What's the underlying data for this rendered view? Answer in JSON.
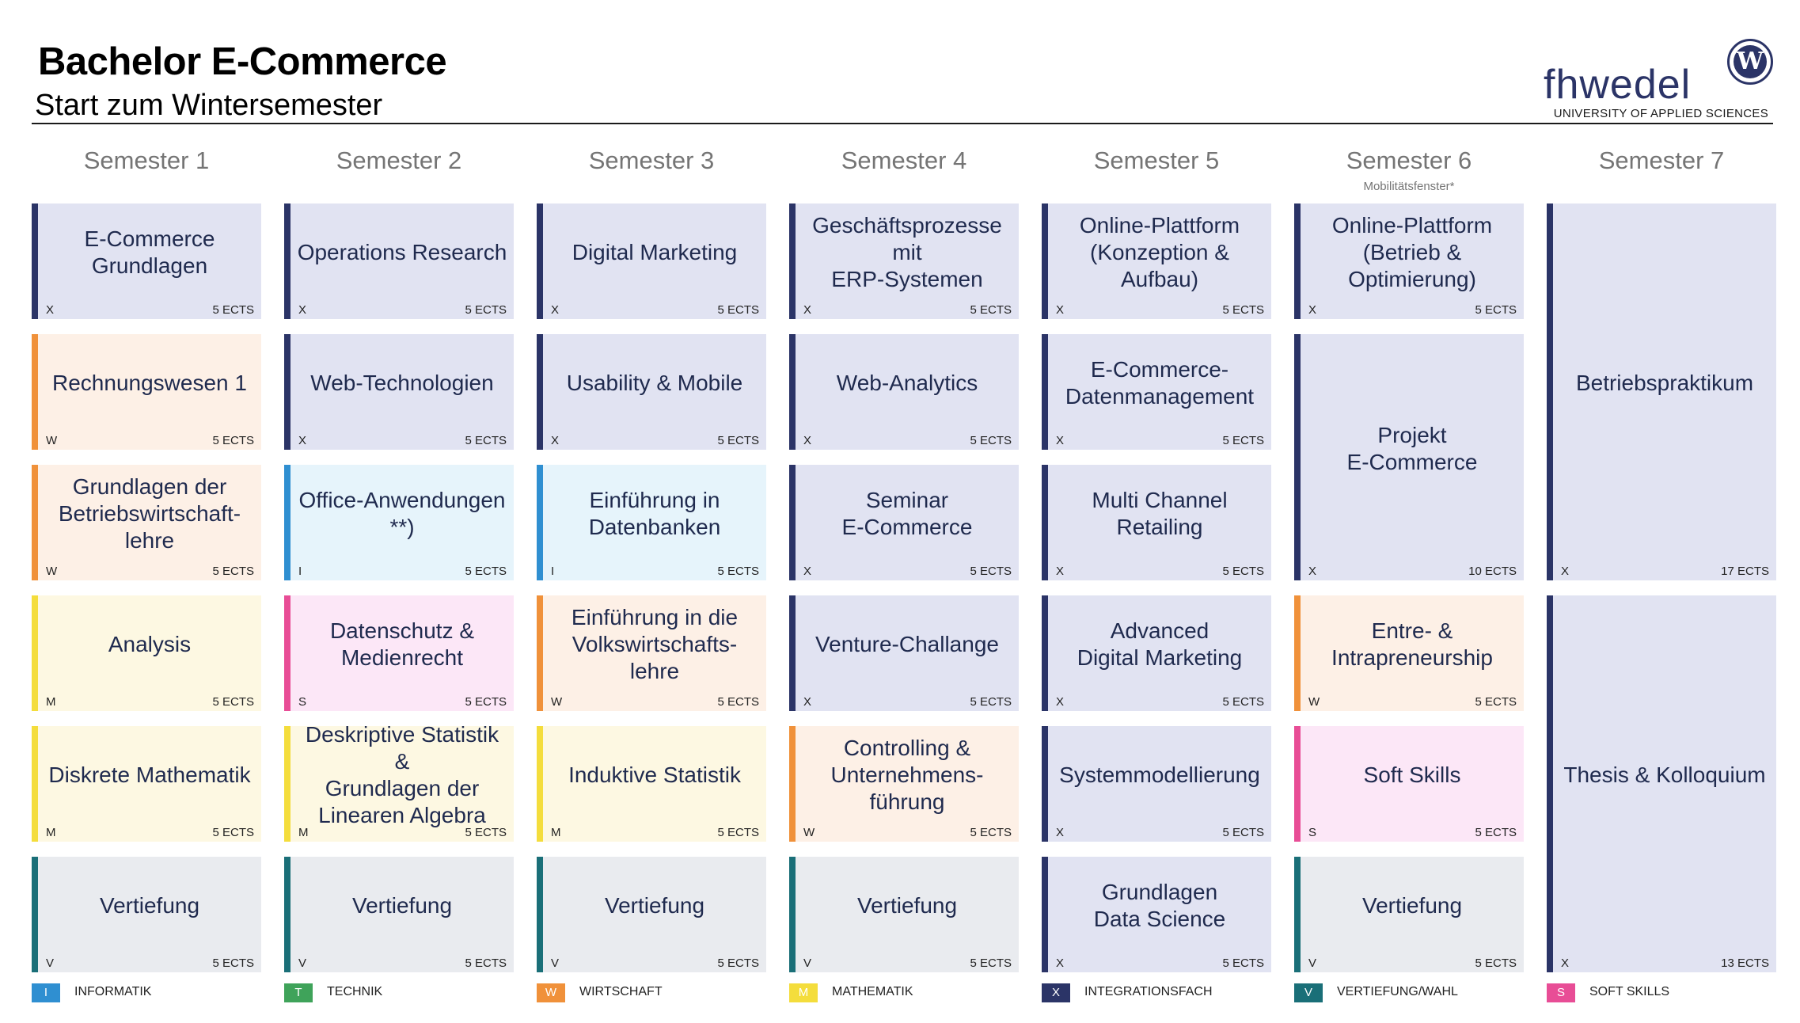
{
  "header": {
    "title": "Bachelor E-Commerce",
    "subtitle": "Start zum Wintersemester",
    "logo_text": "fhwedel",
    "logo_mark": "W",
    "logo_tagline": "UNIVERSITY OF APPLIED SCIENCES"
  },
  "categories": {
    "I": {
      "color": "#2f8fd1",
      "fill": "#e6f4fb"
    },
    "T": {
      "color": "#3fa35a",
      "fill": "#e8f5ea"
    },
    "W": {
      "color": "#f0913a",
      "fill": "#fdf0e6"
    },
    "M": {
      "color": "#f4dd3c",
      "fill": "#fdf8e2"
    },
    "X": {
      "color": "#2b3467",
      "fill": "#e1e3f2"
    },
    "V": {
      "color": "#1a6f78",
      "fill": "#e9ebef"
    },
    "S": {
      "color": "#e84d96",
      "fill": "#fce7f7"
    }
  },
  "semesters": [
    {
      "label": "Semester 1",
      "note": ""
    },
    {
      "label": "Semester 2",
      "note": ""
    },
    {
      "label": "Semester 3",
      "note": ""
    },
    {
      "label": "Semester 4",
      "note": ""
    },
    {
      "label": "Semester 5",
      "note": ""
    },
    {
      "label": "Semester 6",
      "note": "Mobilitätsfenster*"
    },
    {
      "label": "Semester 7",
      "note": ""
    }
  ],
  "modules": [
    {
      "col": 0,
      "row": 0,
      "span": 1,
      "title": "E-Commerce\nGrundlagen",
      "code": "X",
      "ects": "5 ECTS"
    },
    {
      "col": 0,
      "row": 1,
      "span": 1,
      "title": "Rechnungswesen 1",
      "code": "W",
      "ects": "5 ECTS"
    },
    {
      "col": 0,
      "row": 2,
      "span": 1,
      "title": "Grundlagen der\nBetriebswirtschaft-\nlehre",
      "code": "W",
      "ects": "5 ECTS"
    },
    {
      "col": 0,
      "row": 3,
      "span": 1,
      "title": "Analysis",
      "code": "M",
      "ects": "5 ECTS"
    },
    {
      "col": 0,
      "row": 4,
      "span": 1,
      "title": "Diskrete Mathematik",
      "code": "M",
      "ects": "5 ECTS"
    },
    {
      "col": 0,
      "row": 5,
      "span": 1,
      "title": "Vertiefung",
      "code": "V",
      "ects": "5 ECTS"
    },
    {
      "col": 1,
      "row": 0,
      "span": 1,
      "title": "Operations Research",
      "code": "X",
      "ects": "5 ECTS"
    },
    {
      "col": 1,
      "row": 1,
      "span": 1,
      "title": "Web-Technologien",
      "code": "X",
      "ects": "5 ECTS"
    },
    {
      "col": 1,
      "row": 2,
      "span": 1,
      "title": "Office-Anwendungen\n**)",
      "code": "I",
      "ects": "5 ECTS"
    },
    {
      "col": 1,
      "row": 3,
      "span": 1,
      "title": "Datenschutz &\nMedienrecht",
      "code": "S",
      "ects": "5 ECTS"
    },
    {
      "col": 1,
      "row": 4,
      "span": 1,
      "title": "Deskriptive Statistik &\nGrundlagen der\nLinearen Algebra",
      "code": "M",
      "ects": "5 ECTS"
    },
    {
      "col": 1,
      "row": 5,
      "span": 1,
      "title": "Vertiefung",
      "code": "V",
      "ects": "5 ECTS"
    },
    {
      "col": 2,
      "row": 0,
      "span": 1,
      "title": "Digital Marketing",
      "code": "X",
      "ects": "5 ECTS"
    },
    {
      "col": 2,
      "row": 1,
      "span": 1,
      "title": "Usability & Mobile",
      "code": "X",
      "ects": "5 ECTS"
    },
    {
      "col": 2,
      "row": 2,
      "span": 1,
      "title": "Einführung in\nDatenbanken",
      "code": "I",
      "ects": "5 ECTS"
    },
    {
      "col": 2,
      "row": 3,
      "span": 1,
      "title": "Einführung in die\nVolkswirtschafts-\nlehre",
      "code": "W",
      "ects": "5 ECTS"
    },
    {
      "col": 2,
      "row": 4,
      "span": 1,
      "title": "Induktive Statistik",
      "code": "M",
      "ects": "5 ECTS"
    },
    {
      "col": 2,
      "row": 5,
      "span": 1,
      "title": "Vertiefung",
      "code": "V",
      "ects": "5 ECTS"
    },
    {
      "col": 3,
      "row": 0,
      "span": 1,
      "title": "Geschäftsprozesse mit\nERP-Systemen",
      "code": "X",
      "ects": "5 ECTS"
    },
    {
      "col": 3,
      "row": 1,
      "span": 1,
      "title": "Web-Analytics",
      "code": "X",
      "ects": "5 ECTS"
    },
    {
      "col": 3,
      "row": 2,
      "span": 1,
      "title": "Seminar\nE-Commerce",
      "code": "X",
      "ects": "5 ECTS"
    },
    {
      "col": 3,
      "row": 3,
      "span": 1,
      "title": "Venture-Challange",
      "code": "X",
      "ects": "5 ECTS"
    },
    {
      "col": 3,
      "row": 4,
      "span": 1,
      "title": "Controlling &\nUnternehmens-\nführung",
      "code": "W",
      "ects": "5 ECTS"
    },
    {
      "col": 3,
      "row": 5,
      "span": 1,
      "title": "Vertiefung",
      "code": "V",
      "ects": "5 ECTS"
    },
    {
      "col": 4,
      "row": 0,
      "span": 1,
      "title": "Online-Plattform\n(Konzeption & Aufbau)",
      "code": "X",
      "ects": "5 ECTS"
    },
    {
      "col": 4,
      "row": 1,
      "span": 1,
      "title": "E-Commerce-\nDatenmanagement",
      "code": "X",
      "ects": "5 ECTS"
    },
    {
      "col": 4,
      "row": 2,
      "span": 1,
      "title": "Multi Channel Retailing",
      "code": "X",
      "ects": "5 ECTS"
    },
    {
      "col": 4,
      "row": 3,
      "span": 1,
      "title": "Advanced\nDigital Marketing",
      "code": "X",
      "ects": "5 ECTS"
    },
    {
      "col": 4,
      "row": 4,
      "span": 1,
      "title": "Systemmodellierung",
      "code": "X",
      "ects": "5 ECTS"
    },
    {
      "col": 4,
      "row": 5,
      "span": 1,
      "title": "Grundlagen\nData Science",
      "code": "X",
      "ects": "5 ECTS"
    },
    {
      "col": 5,
      "row": 0,
      "span": 1,
      "title": "Online-Plattform\n(Betrieb &\nOptimierung)",
      "code": "X",
      "ects": "5 ECTS"
    },
    {
      "col": 5,
      "row": 1,
      "span": 2,
      "title": "Projekt\nE-Commerce",
      "code": "X",
      "ects": "10 ECTS"
    },
    {
      "col": 5,
      "row": 3,
      "span": 1,
      "title": "Entre- &\nIntrapreneurship",
      "code": "W",
      "ects": "5 ECTS"
    },
    {
      "col": 5,
      "row": 4,
      "span": 1,
      "title": "Soft Skills",
      "code": "S",
      "ects": "5 ECTS"
    },
    {
      "col": 5,
      "row": 5,
      "span": 1,
      "title": "Vertiefung",
      "code": "V",
      "ects": "5 ECTS"
    },
    {
      "col": 6,
      "row": 0,
      "span": 3,
      "title": "Betriebspraktikum",
      "code": "X",
      "ects": "17 ECTS"
    },
    {
      "col": 6,
      "row": 3,
      "span": 3,
      "title": "Thesis & Kolloquium",
      "code": "X",
      "ects": "13 ECTS"
    }
  ],
  "legend": [
    {
      "code": "I",
      "label": "INFORMATIK"
    },
    {
      "code": "T",
      "label": "TECHNIK"
    },
    {
      "code": "W",
      "label": "WIRTSCHAFT"
    },
    {
      "code": "M",
      "label": "MATHEMATIK"
    },
    {
      "code": "X",
      "label": "INTEGRATIONSFACH"
    },
    {
      "code": "V",
      "label": "VERTIEFUNG/WAHL"
    },
    {
      "code": "S",
      "label": "SOFT SKILLS"
    }
  ]
}
